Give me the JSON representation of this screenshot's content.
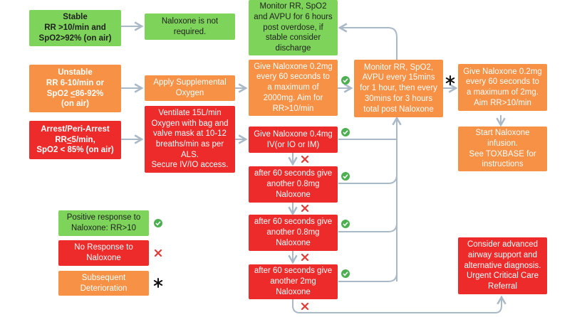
{
  "colors": {
    "green": "#7ed45a",
    "orange": "#f79146",
    "red": "#ee2b2b",
    "arrow": "#a9b9c8",
    "tick": "#4caf50",
    "cross": "#e53935",
    "star": "#111111"
  },
  "icons": {
    "positive": "check-circle-icon",
    "no_response": "cross-icon",
    "deterioration": "asterisk-icon"
  },
  "states": {
    "stable": {
      "title": "Stable",
      "line2": "RR >10/min and",
      "line3": "SpO2>92% (on air)"
    },
    "unstable": {
      "title": "Unstable",
      "line2": "RR 6-10/min or",
      "line3_pre": "SpO2 ",
      "line3_u": "<",
      "line3_post": "86-92%",
      "line4": "(on air)"
    },
    "arrest": {
      "title": "Arrest/Peri-Arrest",
      "line2_pre": "RR",
      "line2_u": "<",
      "line2_post": "5/min,",
      "line3": "SpO2 < 85% (on air)"
    }
  },
  "actions": {
    "not_required": "Naloxone is not\nrequired.",
    "oxygen": "Apply Supplemental\nOxygen",
    "ventilate": "Ventilate 15L/min\nOxygen with bag and\nvalve mask at 10-12\nbreaths/min as per\nALS.\nSecure IV/IO access."
  },
  "doses": {
    "monitor6": "Monitor RR, SpO2\nand AVPU for 6 hours\npost overdose, if\nstable consider\ndischarge",
    "nalox02": "Give Naloxone 0.2mg\nevery 60 seconds to\na maximum of\n2000mg. Aim for\nRR>10/min",
    "nalox04": "Give Naloxone 0.4mg\nIV(or IO or IM)",
    "step08a": "after 60 seconds give\nanother 0.8mg\nNaloxone",
    "step08b": "after 60 seconds give\nanother 0.8mg\nNaloxone",
    "step2": "after 60 seconds give\nanother 2mg\nNaloxone"
  },
  "monitoring": {
    "monitor15": "Monitor RR, SpO2,\nAVPU every 15mins\nfor 1 hour, then every\n30mins for 3 hours\ntotal post Naloxone",
    "repeat02": "Give Naloxone 0.2mg\nevery 60 seconds to\na maximum of 2mg.\nAim RR>10/min",
    "infusion": "Start Naloxone\ninfusion.\nSee TOXBASE for\ninstructions",
    "airway": "Consider advanced\nairway support and\nalternative diagnosis.\nUrgent Critical Care\nReferral"
  },
  "legend": {
    "positive": "Positive response to\nNaloxone: RR>10",
    "no_response": "No Response to\nNaloxone",
    "deterioration": "Subsequent\nDeterioration"
  }
}
